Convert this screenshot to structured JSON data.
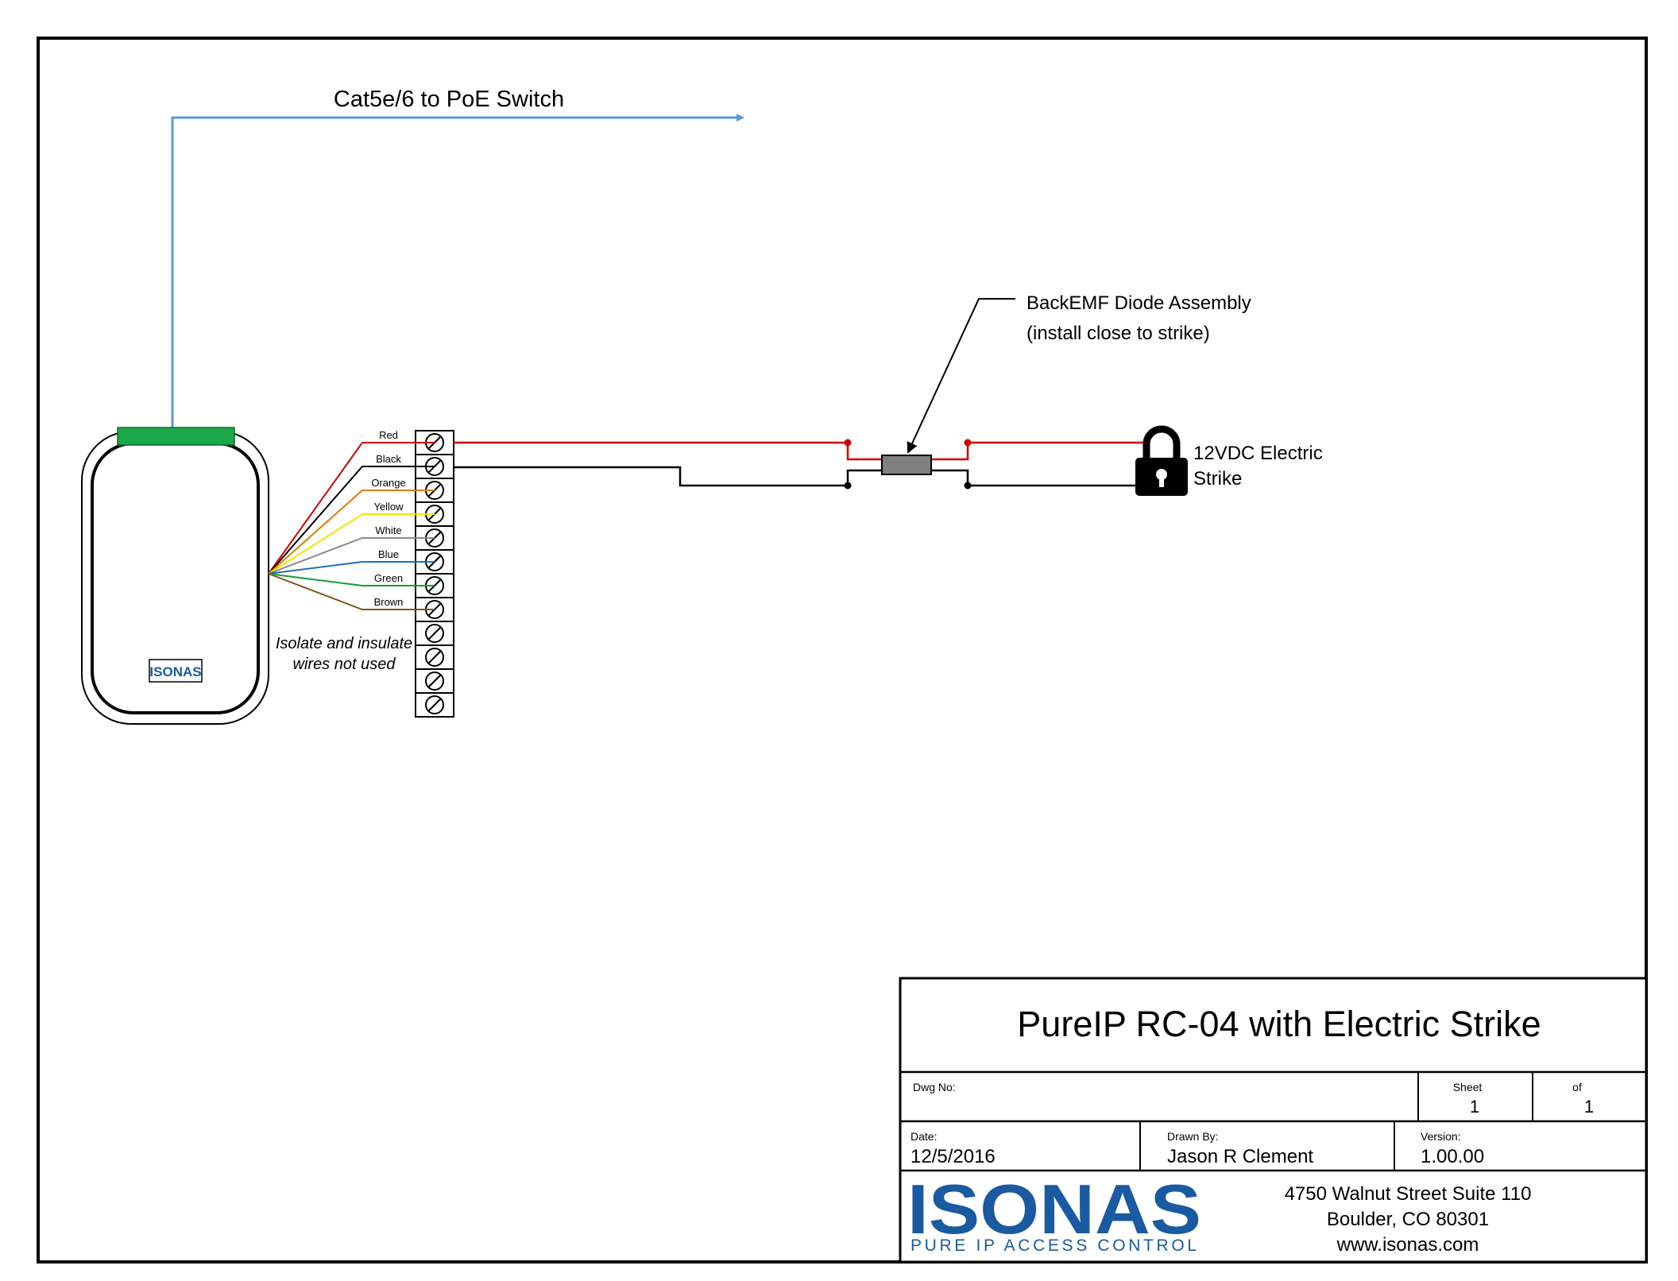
{
  "diagram": {
    "network_label": "Cat5e/6 to PoE Switch",
    "reader": {
      "logo_text": "ISONAS"
    },
    "wires": [
      {
        "label": "Red",
        "color": "#d00000"
      },
      {
        "label": "Black",
        "color": "#000000"
      },
      {
        "label": "Orange",
        "color": "#e07b00"
      },
      {
        "label": "Yellow",
        "color": "#f2e600"
      },
      {
        "label": "White",
        "color": "#888888"
      },
      {
        "label": "Blue",
        "color": "#1f6fc0"
      },
      {
        "label": "Green",
        "color": "#1a9a3a"
      },
      {
        "label": "Brown",
        "color": "#7a5a10"
      }
    ],
    "terminal_count": 12,
    "unused_note": [
      "Isolate and insulate",
      "wires not used"
    ],
    "diode": {
      "line1": "BackEMF Diode Assembly",
      "line2": "(install close to strike)"
    },
    "strike": {
      "line1": "12VDC Electric",
      "line2": "Strike",
      "icon": "padlock-icon"
    },
    "colors": {
      "network_cable": "#5b9bd5",
      "reader_led": "#1aa84a",
      "brand_blue": "#1a5aa0"
    }
  },
  "title_block": {
    "title": "PureIP RC-04 with Electric Strike",
    "dwg_no_label": "Dwg No:",
    "dwg_no": "",
    "sheet_label": "Sheet",
    "sheet": "1",
    "of_label": "of",
    "of": "1",
    "date_label": "Date:",
    "date": "12/5/2016",
    "drawn_by_label": "Drawn By:",
    "drawn_by": "Jason R Clement",
    "version_label": "Version:",
    "version": "1.00.00",
    "logo": "ISONAS",
    "tagline": "PURE IP ACCESS CONTROL",
    "address1": "4750 Walnut Street Suite 110",
    "address2": "Boulder, CO 80301",
    "website": "www.isonas.com"
  }
}
